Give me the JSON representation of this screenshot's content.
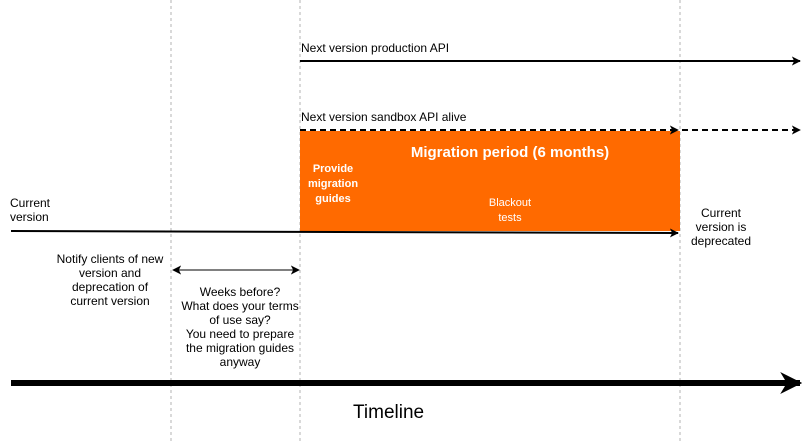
{
  "labels": {
    "next_prod_api": "Next version production API",
    "next_sandbox_api": "Next version sandbox API alive",
    "migration_period": "Migration period (6 months)",
    "provide_guides": "Provide\nmigration\nguides",
    "blackout_tests": "Blackout\ntests",
    "current_version": "Current\nversion",
    "current_deprecated": "Current\nversion is\ndeprecated",
    "notify_clients": "Notify clients of new\nversion and\ndeprecation of\ncurrent version",
    "weeks_before": "Weeks before?\nWhat does your terms\nof use say?\nYou need to prepare\nthe migration guides\nanyway",
    "timeline": "Timeline"
  },
  "colors": {
    "migration_fill": "#FF6A00",
    "guide_line": "#B3B3B3",
    "stroke": "#000000"
  }
}
